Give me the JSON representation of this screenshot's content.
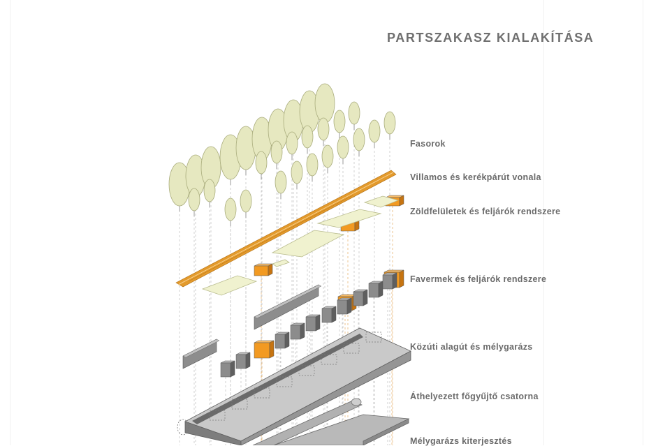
{
  "title": "PARTSZAKASZ KIALAKÍTÁSA",
  "layers": [
    {
      "label": "Fasorok"
    },
    {
      "label": "Villamos és kerékpárút vonala"
    },
    {
      "label": "Zöldfelületek és feljárók rendszere"
    },
    {
      "label": "Favermek és feljárók rendszere"
    },
    {
      "label": "Közúti alagút és mélygarázs"
    },
    {
      "label": "Áthelyezett főgyűjtő csatorna"
    },
    {
      "label": "Mélygarázs kiterjesztés"
    }
  ],
  "colors": {
    "tree": "#e6e8c0",
    "tree_stroke": "#a9ac7c",
    "rail": "#e39a2c",
    "green": "#f0f2cf",
    "orange_box": "#f29a22",
    "grey_box": "#8c8c8c",
    "tunnel": "#9a9a9a",
    "text": "#6a6a6a"
  }
}
